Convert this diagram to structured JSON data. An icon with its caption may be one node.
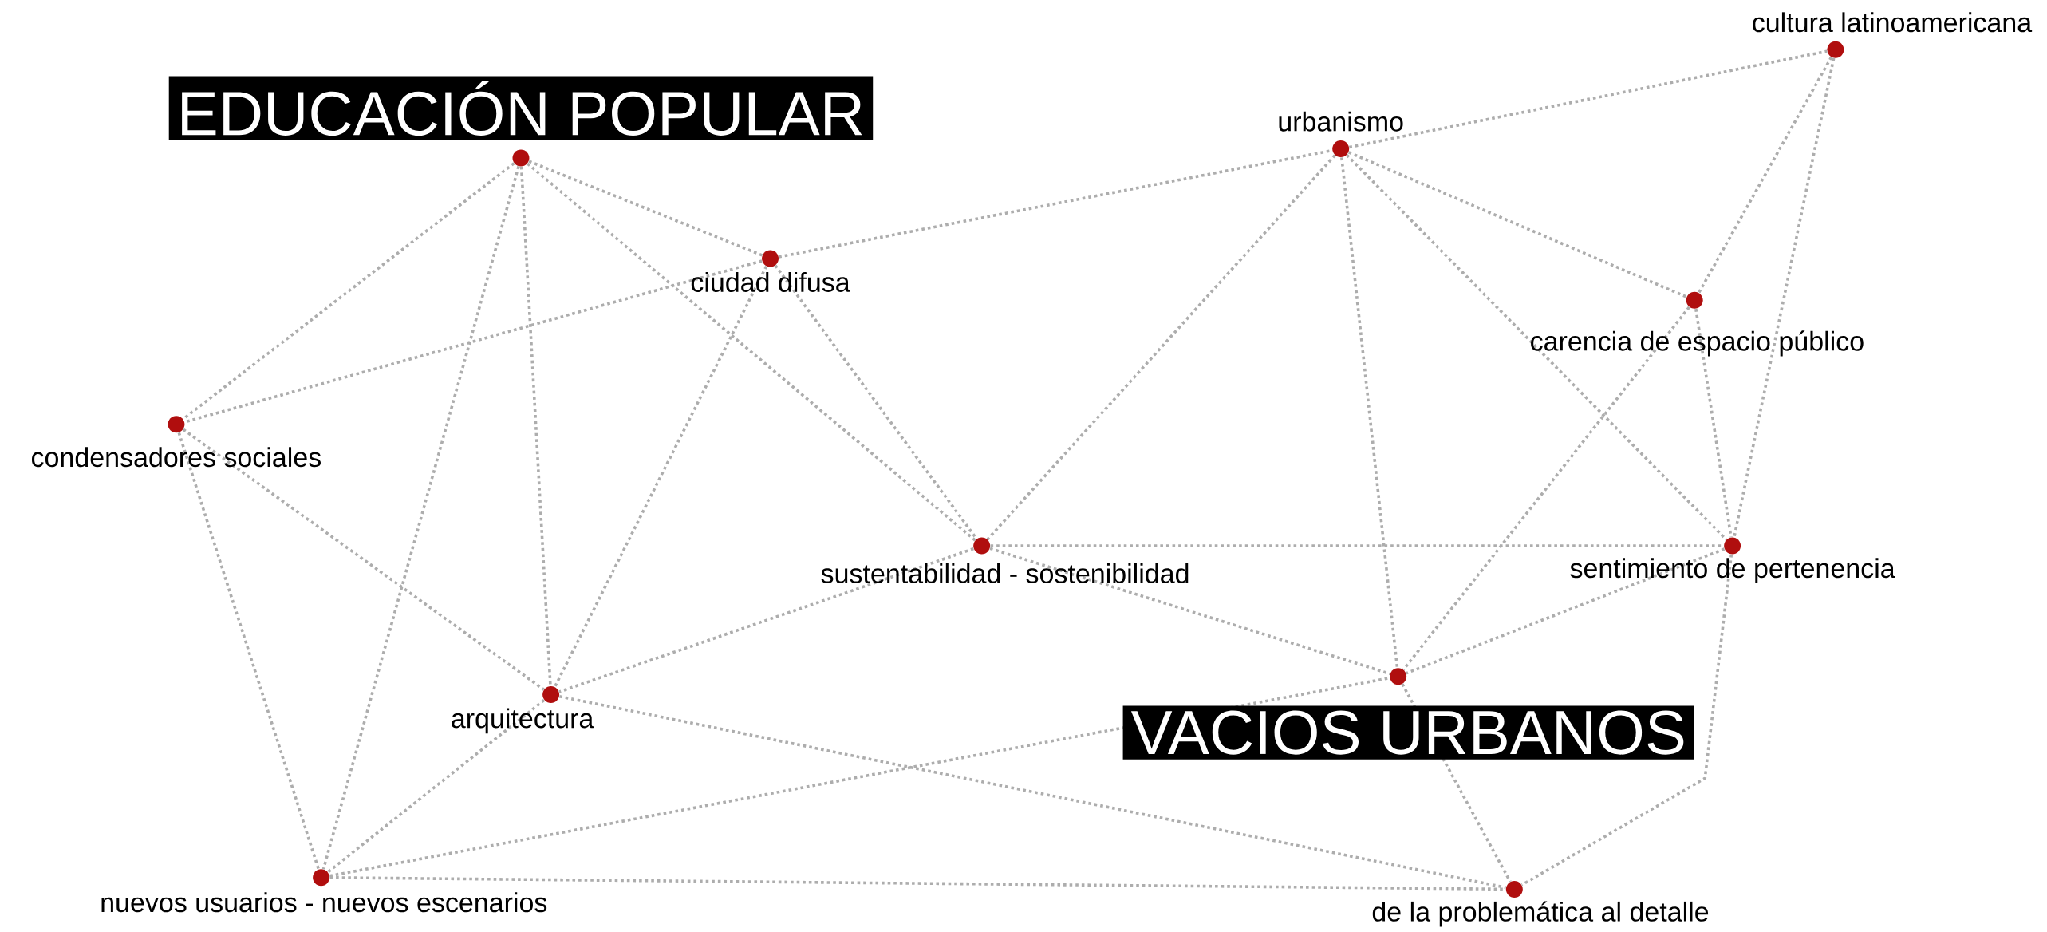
{
  "diagram": {
    "nodes": [
      {
        "text": [
          "EDUCACIÓN POPULAR"
        ]
      },
      {
        "text": [
          "urbanismo"
        ]
      },
      {
        "text": [
          "cultura latinoamericana"
        ]
      },
      {
        "text": [
          "ciudad difusa"
        ]
      },
      {
        "text": [
          "carencia de espacio público"
        ]
      },
      {
        "text": [
          "condensadores sociales"
        ]
      },
      {
        "text": [
          "sustentabilidad - sostenibilidad"
        ]
      },
      {
        "text": [
          "sentimiento de pertenencia"
        ]
      },
      {
        "text": [
          "VACIOS URBANOS"
        ]
      },
      {
        "text": [
          "arquitectura"
        ]
      },
      {
        "text": [
          "nuevos usuarios - nuevos escenarios"
        ]
      },
      {
        "text": [
          "de la problemática al detalle"
        ]
      }
    ],
    "edges": [
      {
        "from": 0,
        "to": 3,
        "arrow": "none"
      },
      {
        "from": 0,
        "to": 5,
        "arrow": "none"
      },
      {
        "from": 0,
        "to": 9,
        "arrow": "none"
      },
      {
        "from": 0,
        "to": 10,
        "arrow": "none"
      },
      {
        "from": 0,
        "to": 6,
        "arrow": "none"
      },
      {
        "from": 3,
        "to": 1,
        "arrow": "none"
      },
      {
        "from": 3,
        "to": 5,
        "arrow": "none"
      },
      {
        "from": 3,
        "to": 9,
        "arrow": "none"
      },
      {
        "from": 3,
        "to": 6,
        "arrow": "none"
      },
      {
        "from": 1,
        "to": 2,
        "arrow": "none"
      },
      {
        "from": 1,
        "to": 6,
        "arrow": "none"
      },
      {
        "from": 1,
        "to": 4,
        "arrow": "none"
      },
      {
        "from": 1,
        "to": 7,
        "arrow": "none"
      },
      {
        "from": 1,
        "to": 8,
        "arrow": "none"
      },
      {
        "from": 2,
        "to": 4,
        "arrow": "none"
      },
      {
        "from": 2,
        "to": 7,
        "arrow": "none"
      },
      {
        "from": 4,
        "to": 7,
        "arrow": "none"
      },
      {
        "from": 4,
        "to": 8,
        "arrow": "none"
      },
      {
        "from": 5,
        "to": 9,
        "arrow": "none"
      },
      {
        "from": 5,
        "to": 10,
        "arrow": "none"
      },
      {
        "from": 6,
        "to": 7,
        "arrow": "none"
      },
      {
        "from": 6,
        "to": 8,
        "arrow": "none"
      },
      {
        "from": 6,
        "to": 9,
        "arrow": "none"
      },
      {
        "from": 7,
        "to": 8,
        "arrow": "none"
      },
      {
        "from": 7,
        "to": 11,
        "arrow": "none"
      },
      {
        "from": 8,
        "to": 11,
        "arrow": "none"
      },
      {
        "from": 9,
        "to": 10,
        "arrow": "none"
      },
      {
        "from": 9,
        "to": 11,
        "arrow": "none"
      },
      {
        "from": 10,
        "to": 8,
        "arrow": "none"
      },
      {
        "from": 10,
        "to": 11,
        "arrow": "none"
      }
    ]
  }
}
